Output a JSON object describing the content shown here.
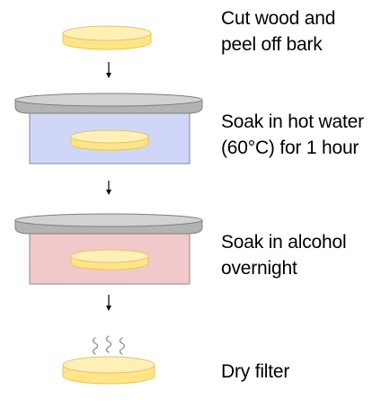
{
  "steps": [
    {
      "id": "cut",
      "lines": [
        "Cut wood and",
        "peel off bark"
      ]
    },
    {
      "id": "water",
      "lines": [
        "Soak in hot water",
        "(60°C) for 1 hour"
      ],
      "liquid_color": "#cfd6f7"
    },
    {
      "id": "alcohol",
      "lines": [
        "Soak in alcohol",
        "overnight"
      ],
      "liquid_color": "#f1c9ca"
    },
    {
      "id": "dry",
      "lines": [
        "Dry filter"
      ]
    }
  ],
  "colors": {
    "wood_fill": "#ffe48a",
    "wood_top": "#fff0b8",
    "wood_edge": "#e8c35c",
    "lid_fill": "#b3b3b3",
    "lid_top": "#d2d2d2",
    "lid_edge": "#7f7f7f",
    "arrow": "#000000",
    "steam": "#8c8c8c"
  }
}
